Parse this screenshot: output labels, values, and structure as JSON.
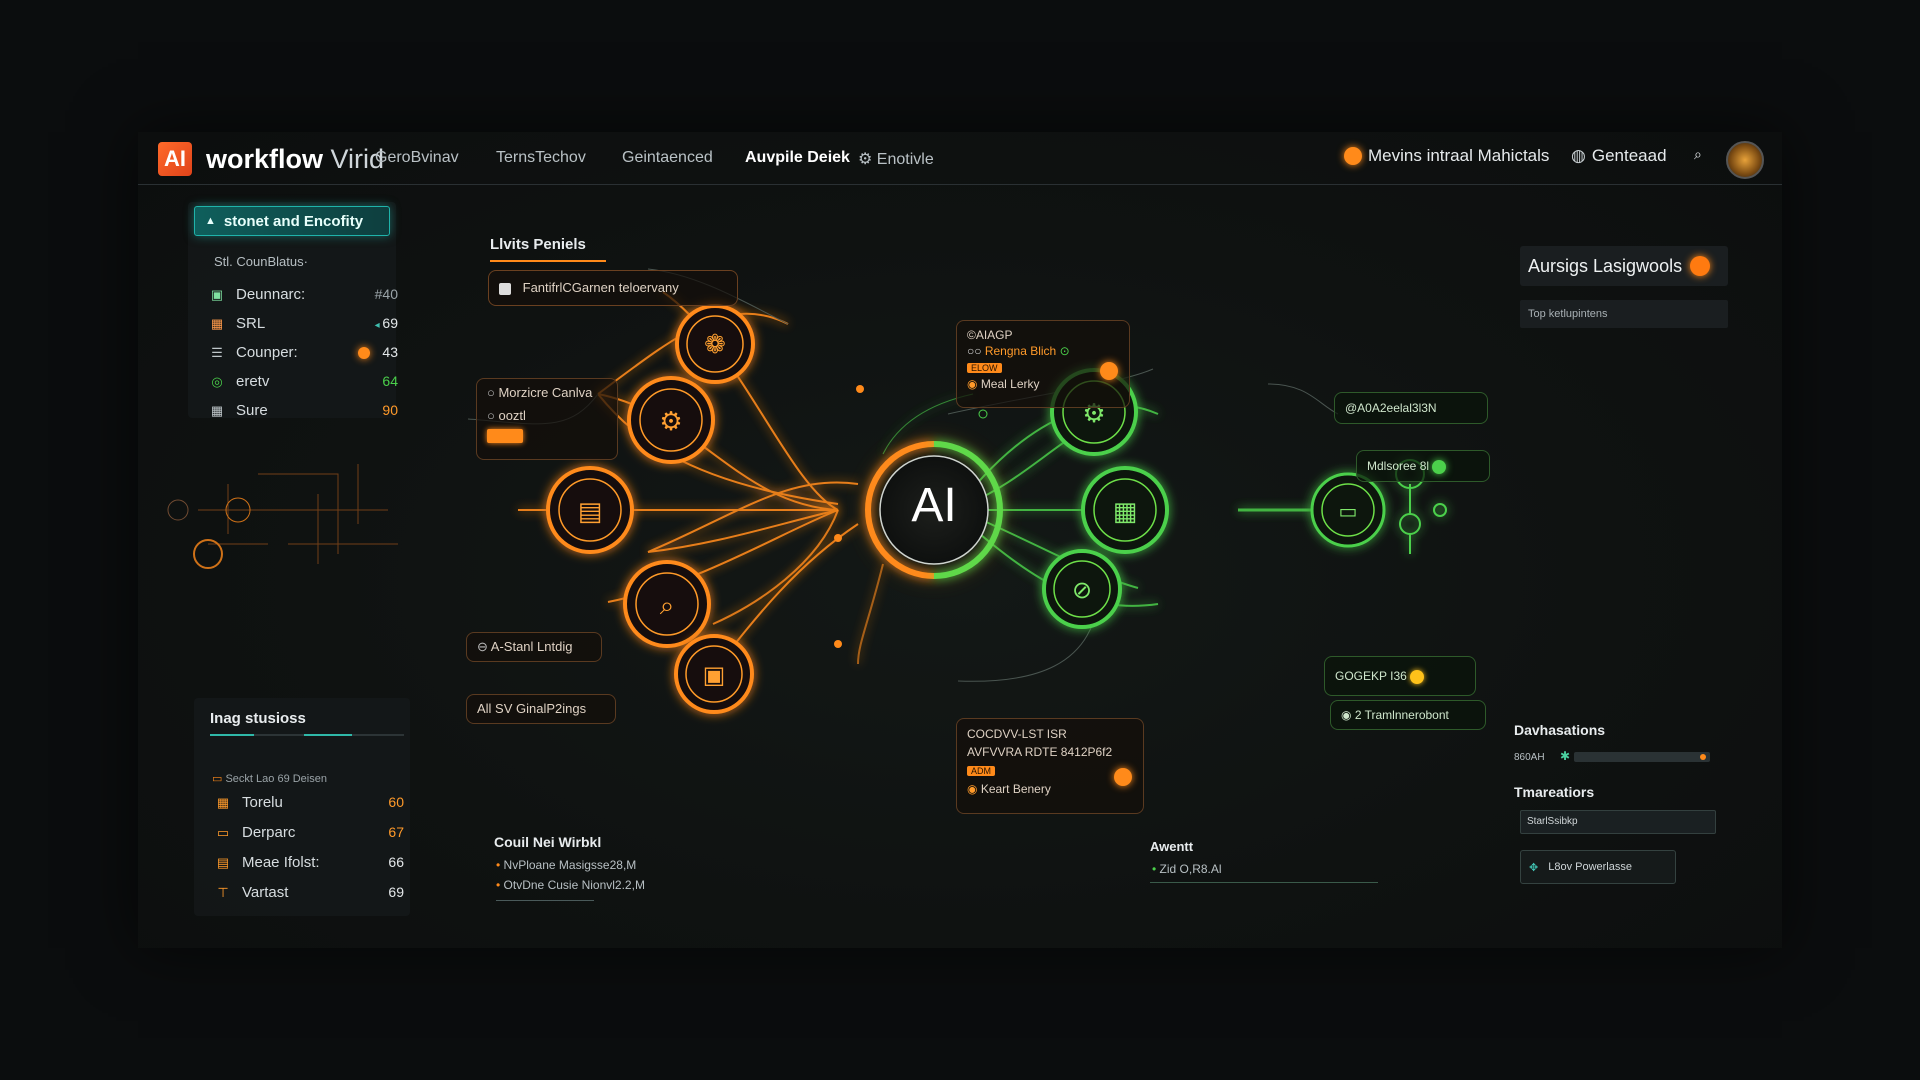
{
  "topbar": {
    "logo": "AI",
    "brand_bold": "workflow",
    "brand_light": "Virid",
    "nav": [
      "GeroBvinav",
      "TernsTechov",
      "Geintaenced",
      "Auvpile Deiek",
      "Enotivle"
    ],
    "right_label": "Mevins intraal Mahictals",
    "account_label": "Genteaad"
  },
  "left_stats": {
    "tab_label": "stonet and Encofity",
    "subtitle": "Stl. CounBlatus·",
    "rows": [
      {
        "label": "Deunnarc:",
        "value": "#40"
      },
      {
        "label": "SRL",
        "value": "69"
      },
      {
        "label": "Counper:",
        "value": "43"
      },
      {
        "label": "eretv",
        "value": "64"
      },
      {
        "label": "Sure",
        "value": "90"
      }
    ]
  },
  "left_bottom": {
    "title": "Inag stusioss",
    "subtitle": "Seckt Lao 69 Deisen",
    "rows": [
      {
        "label": "Torelu",
        "value": "60"
      },
      {
        "label": "Derparc",
        "value": "67"
      },
      {
        "label": "Meae Ifolst:",
        "value": "66"
      },
      {
        "label": "Vartast",
        "value": "69"
      }
    ]
  },
  "center": {
    "hub": "AI",
    "lists_title": "Llvits Peniels",
    "lists_field": "FantifrlCGarnen teloervany",
    "label_morzicre": "Morzicre Canlva",
    "label_morzicre_sub": "ooztl",
    "label_astani": "A-Stanl Lntdig",
    "label_allsv": "All SV GinalP2ings",
    "card_top_l1": "©AIAGP",
    "card_top_l2": "Rengna Blich",
    "card_top_tag": "ELOW",
    "card_top_l3": "Meal Lerky",
    "card_bot_l1": "COCDVV-LST ISR",
    "card_bot_l2": "AVFVVRA RDTE 8412P6f2",
    "card_bot_tag": "ADM",
    "card_bot_l3": "Keart Benery",
    "green_l1": "@A0A2eelal3l3N",
    "green_l2": "Mdlsoree 8l",
    "green_l3": "GOGEKP I36",
    "green_l4": "2 Tramlnnerobont",
    "could_title": "Couil Nei Wirbkl",
    "could_items": [
      "NvPloane Masigsse28,M",
      "OtvDne Cusie Nionvl2.2,M"
    ],
    "awentt_title": "Awentt",
    "awentt_item": "Zid O,R8.Al"
  },
  "right": {
    "badge_title": "Aursigs Lasigwools",
    "search_placeholder": "Top ketlupintens",
    "dav_title": "Davhasations",
    "dav_sub": "860AH",
    "tmar_title": "Tmareatiors",
    "tmar_field": "StarlSsibkp",
    "button_label": "L8ov Powerlasse"
  },
  "colors": {
    "orange": "#ff8a1a",
    "green": "#4bd04b",
    "teal": "#1fb3aa"
  }
}
